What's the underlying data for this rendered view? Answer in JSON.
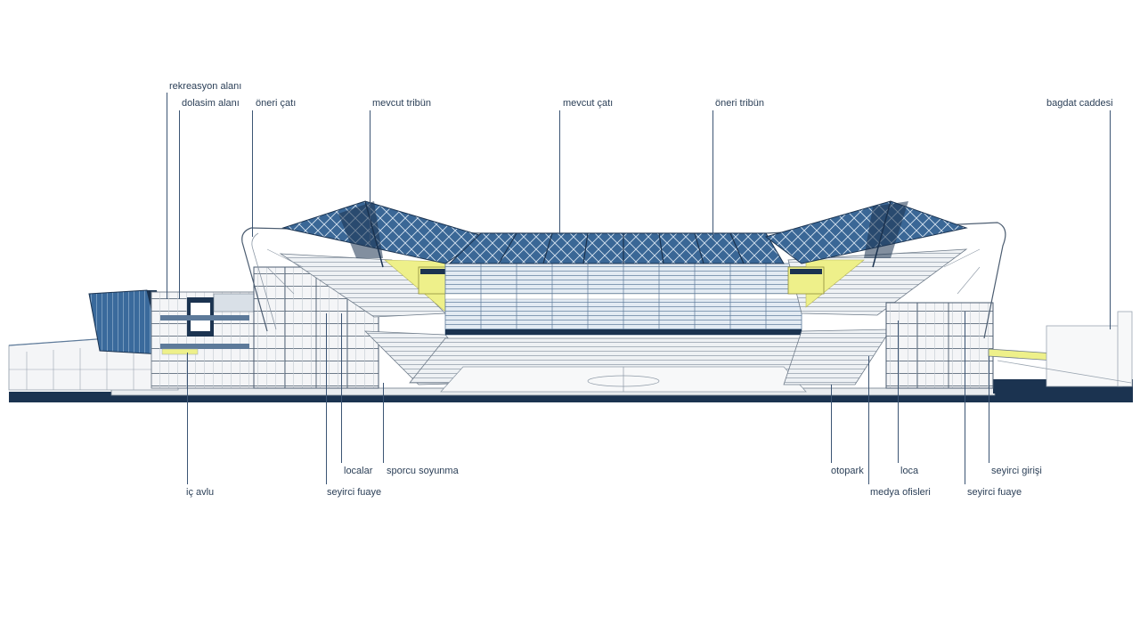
{
  "labels": {
    "rekreasyon_alani": "rekreasyon alanı",
    "dolasim_alani": "dolasim alanı",
    "oneri_cati": "öneri çatı",
    "mevcut_tribun": "mevcut tribün",
    "mevcut_cati": "mevcut çatı",
    "oneri_tribun": "öneri tribün",
    "bagdat_caddesi": "bagdat caddesi",
    "ic_avlu": "iç avlu",
    "localar": "localar",
    "seyirci_fuaye_left": "seyirci fuaye",
    "sporcu_soyunma": "sporcu soyunma",
    "otopark": "otopark",
    "loca": "loca",
    "medya_ofisleri": "medya ofisleri",
    "seyirci_girisi": "seyirci girişi",
    "seyirci_fuaye_right": "seyirci fuaye"
  },
  "colors": {
    "steel_blue": "#2e5a8c",
    "dark_navy": "#1b3350",
    "accent_yellow": "#eef08a",
    "line_gray": "#9aa5b1",
    "leader": "#3c5574"
  }
}
